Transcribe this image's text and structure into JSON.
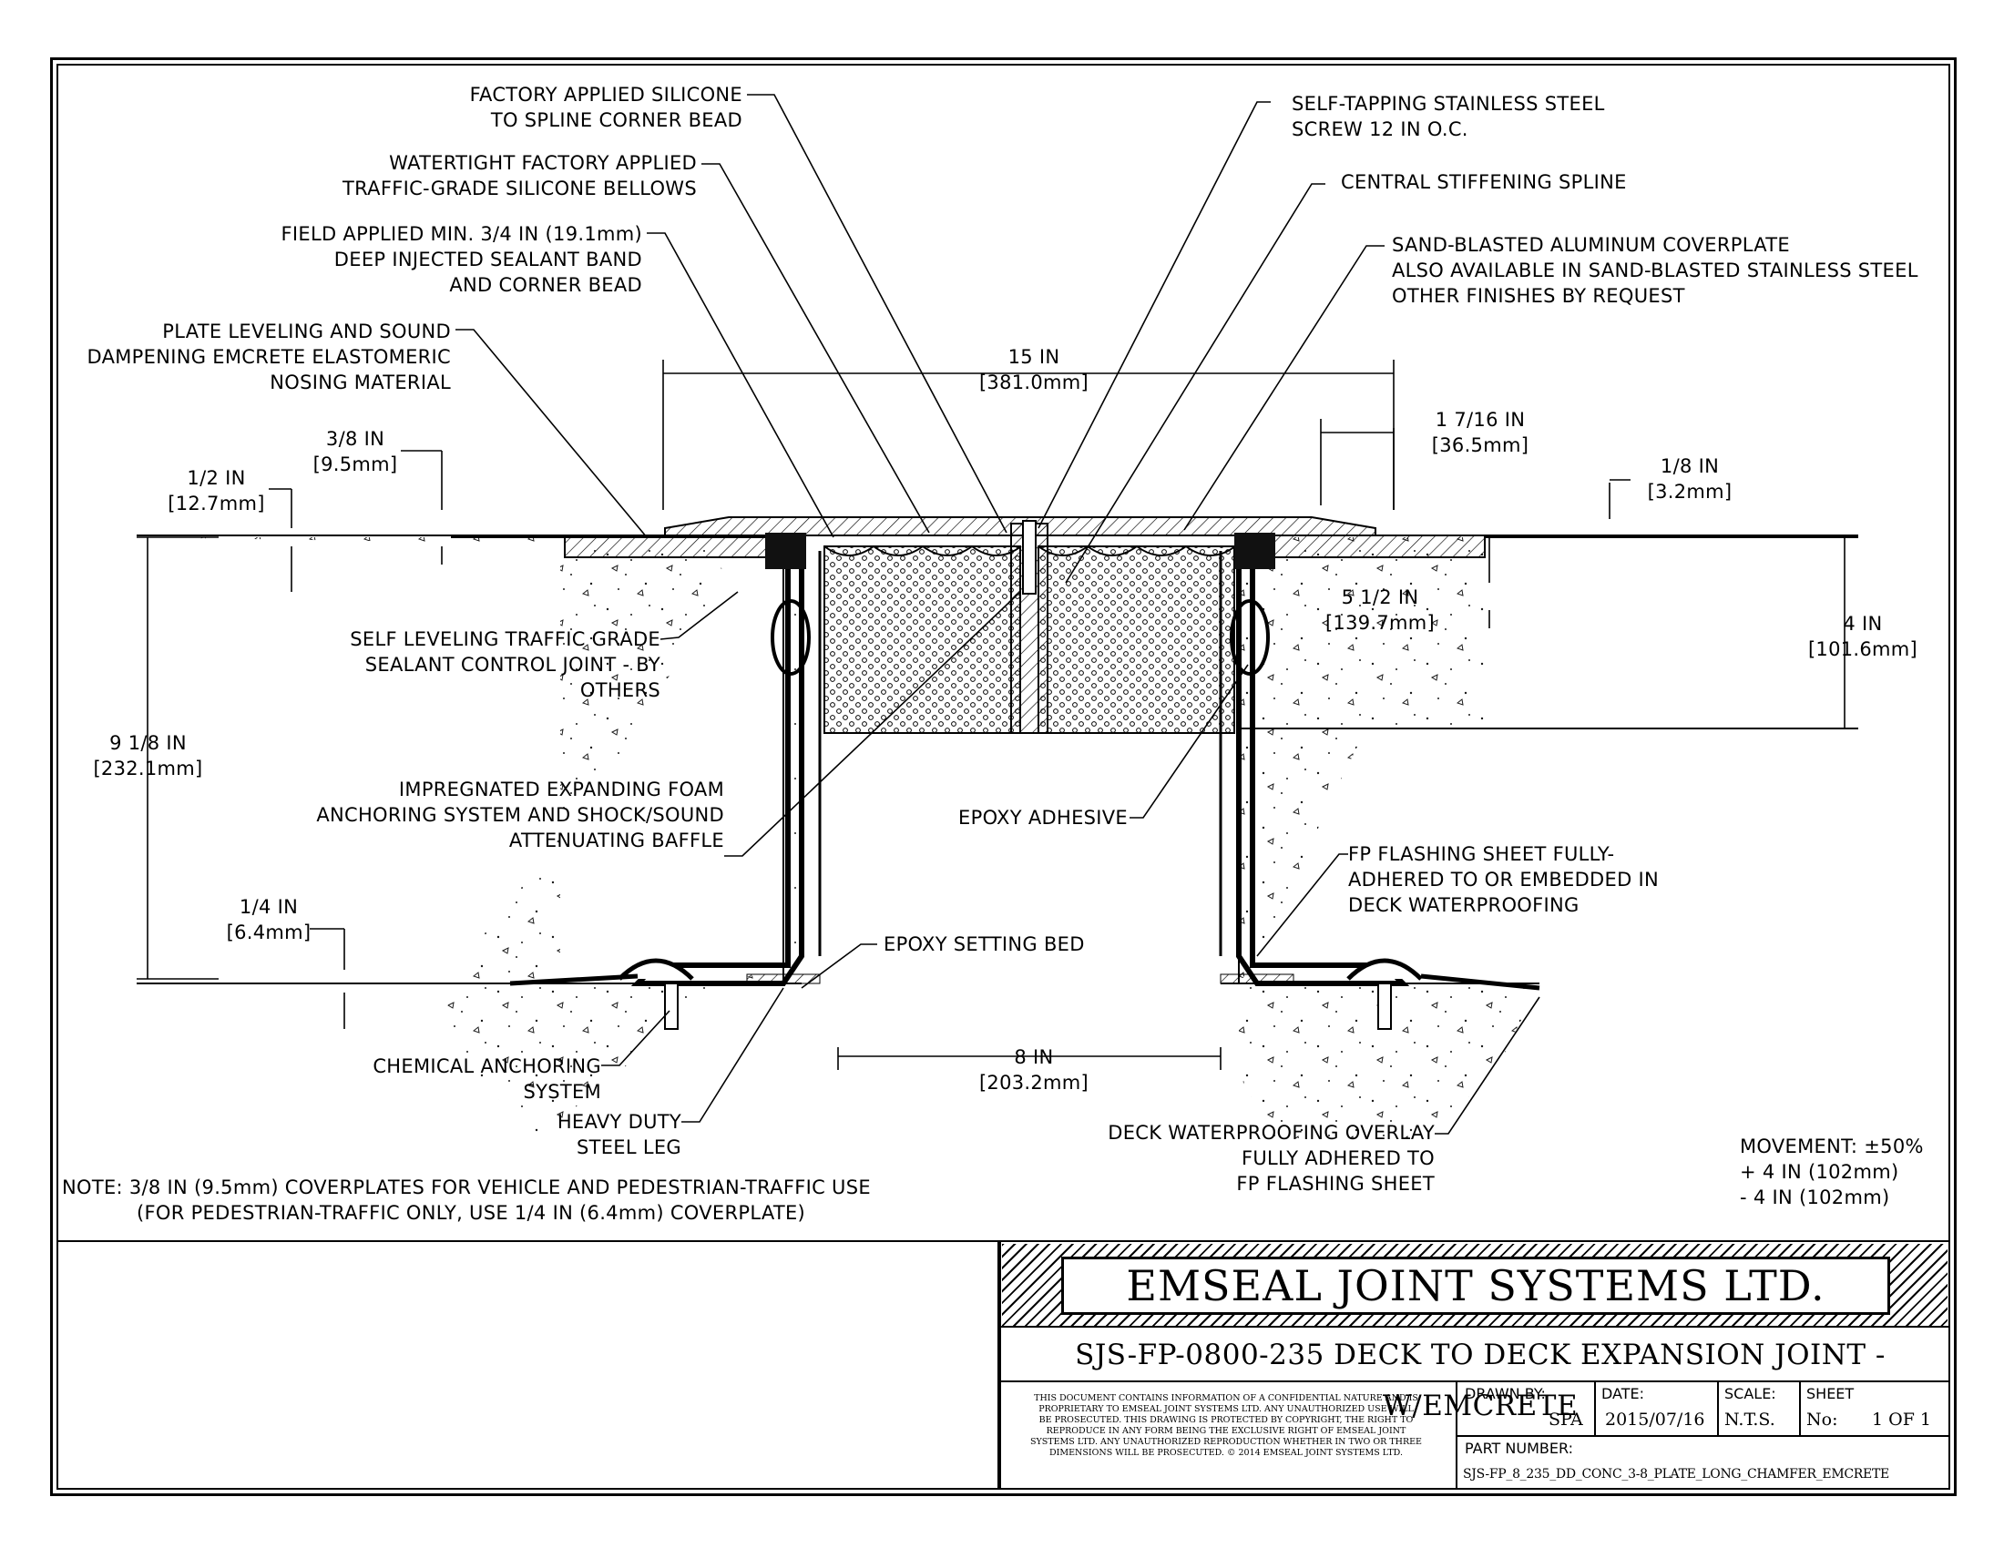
{
  "labels": {
    "factory_silicone": [
      "FACTORY APPLIED SILICONE",
      "TO SPLINE CORNER BEAD"
    ],
    "watertight_bellows": [
      "WATERTIGHT FACTORY APPLIED",
      "TRAFFIC-GRADE SILICONE BELLOWS"
    ],
    "field_applied": [
      "FIELD APPLIED MIN. 3/4 IN (19.1mm)",
      "DEEP INJECTED SEALANT BAND",
      "AND CORNER BEAD"
    ],
    "plate_leveling": [
      "PLATE LEVELING AND SOUND",
      "DAMPENING EMCRETE ELASTOMERIC",
      "NOSING MATERIAL"
    ],
    "self_tapping": [
      "SELF-TAPPING STAINLESS STEEL",
      "SCREW 12 IN O.C."
    ],
    "central_spline": [
      "CENTRAL STIFFENING SPLINE"
    ],
    "coverplate": [
      "SAND-BLASTED ALUMINUM COVERPLATE",
      "ALSO AVAILABLE IN SAND-BLASTED STAINLESS STEEL",
      "OTHER FINISHES BY REQUEST"
    ],
    "self_leveling": [
      "SELF LEVELING TRAFFIC GRADE",
      "SEALANT CONTROL JOINT - BY",
      "OTHERS"
    ],
    "foam": [
      "IMPREGNATED EXPANDING FOAM",
      "ANCHORING SYSTEM AND SHOCK/SOUND",
      "ATTENUATING BAFFLE"
    ],
    "epoxy_adhesive": [
      "EPOXY ADHESIVE"
    ],
    "fp_flashing": [
      "FP FLASHING SHEET FULLY-",
      "ADHERED TO OR EMBEDDED IN",
      "DECK WATERPROOFING"
    ],
    "epoxy_setting_bed": [
      "EPOXY SETTING BED"
    ],
    "chemical_anchoring": [
      "CHEMICAL ANCHORING",
      "SYSTEM"
    ],
    "steel_leg": [
      "HEAVY DUTY",
      "STEEL LEG"
    ],
    "deck_overlay": [
      "DECK WATERPROOFING OVERLAY",
      "FULLY ADHERED TO",
      "FP FLASHING SHEET"
    ]
  },
  "dimensions": {
    "width_15": [
      "15 IN",
      "[381.0mm]"
    ],
    "d_1_7_16": [
      "1 7/16 IN",
      "[36.5mm]"
    ],
    "d_1_8": [
      "1/8 IN",
      "[3.2mm]"
    ],
    "d_3_8": [
      "3/8 IN",
      "[9.5mm]"
    ],
    "d_1_2": [
      "1/2 IN",
      "[12.7mm]"
    ],
    "d_5_1_2": [
      "5 1/2 IN",
      "[139.7mm]"
    ],
    "d_4": [
      "4 IN",
      "[101.6mm]"
    ],
    "d_9_1_8": [
      "9 1/8 IN",
      "[232.1mm]"
    ],
    "d_1_4": [
      "1/4 IN",
      "[6.4mm]"
    ],
    "d_8": [
      "8 IN",
      "[203.2mm]"
    ]
  },
  "movement": [
    "MOVEMENT: ±50%",
    "+ 4 IN (102mm)",
    "- 4 IN (102mm)"
  ],
  "note": [
    "NOTE: 3/8 IN (9.5mm) COVERPLATES FOR VEHICLE AND PEDESTRIAN-TRAFFIC USE",
    "(FOR PEDESTRIAN-TRAFFIC ONLY, USE 1/4 IN (6.4mm) COVERPLATE)"
  ],
  "title_block": {
    "company": "EMSEAL JOINT SYSTEMS LTD.",
    "drawing_title": "SJS-FP-0800-235 DECK TO DECK EXPANSION JOINT - W/EMCRETE",
    "disclaimer": "THIS DOCUMENT CONTAINS INFORMATION OF A CONFIDENTIAL NATURE AND IS\nPROPRIETARY TO EMSEAL JOINT SYSTEMS LTD. ANY UNAUTHORIZED USE WILL\nBE PROSECUTED. THIS DRAWING IS PROTECTED BY COPYRIGHT, THE RIGHT TO\nREPRODUCE IN ANY FORM BEING THE EXCLUSIVE RIGHT OF EMSEAL JOINT\nSYSTEMS LTD. ANY UNAUTHORIZED REPRODUCTION WHETHER IN TWO OR THREE\nDIMENSIONS WILL BE PROSECUTED. © 2014 EMSEAL JOINT SYSTEMS LTD.",
    "drawn_by_label": "DRAWN BY:",
    "drawn_by": "SPA",
    "date_label": "DATE:",
    "date": "2015/07/16",
    "scale_label": "SCALE:",
    "scale": "N.T.S.",
    "sheet_label": "SHEET",
    "sheet_no_label": "No:",
    "sheet": "1 OF 1",
    "part_number_label": "PART NUMBER:",
    "part_number": "SJS-FP_8_235_DD_CONC_3-8_PLATE_LONG_CHAMFER_EMCRETE"
  }
}
